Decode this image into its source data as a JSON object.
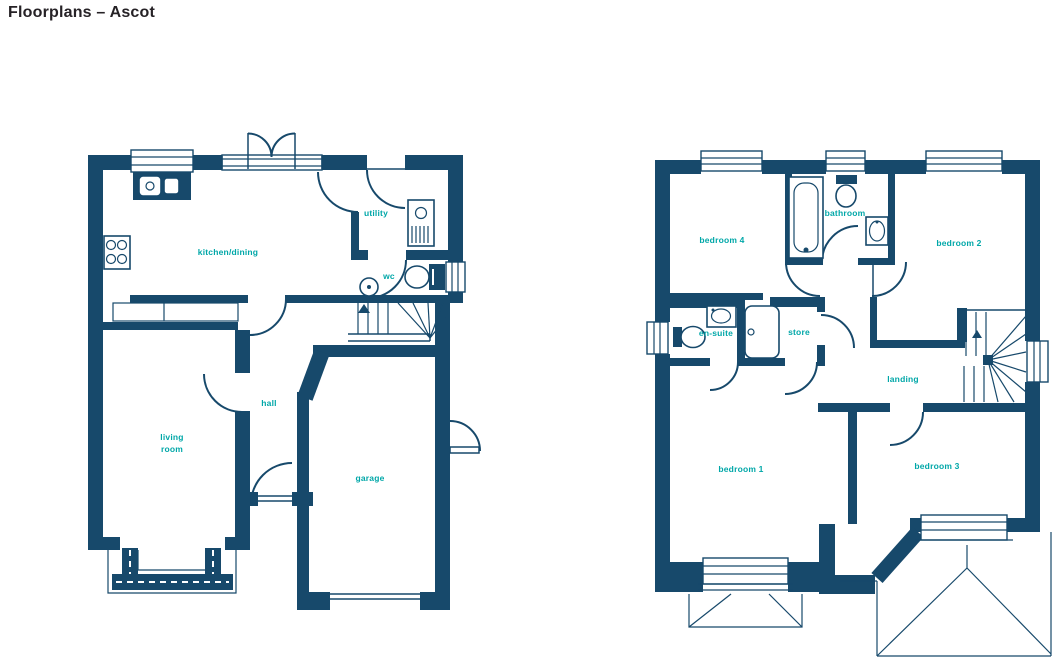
{
  "title": "Floorplans – Ascot",
  "colors": {
    "wall": "#17496b",
    "label": "#00a7a8",
    "title": "#262226"
  },
  "ground_floor": {
    "kitchen_dining": "kitchen/dining",
    "utility": "utility",
    "wc": "wc",
    "hall": "hall",
    "living_line1": "living",
    "living_line2": "room",
    "garage": "garage"
  },
  "first_floor": {
    "bedroom4": "bedroom 4",
    "bathroom": "bathroom",
    "bedroom2": "bedroom 2",
    "ensuite": "en-suite",
    "store": "store",
    "landing": "landing",
    "bedroom1": "bedroom 1",
    "bedroom3": "bedroom 3"
  }
}
